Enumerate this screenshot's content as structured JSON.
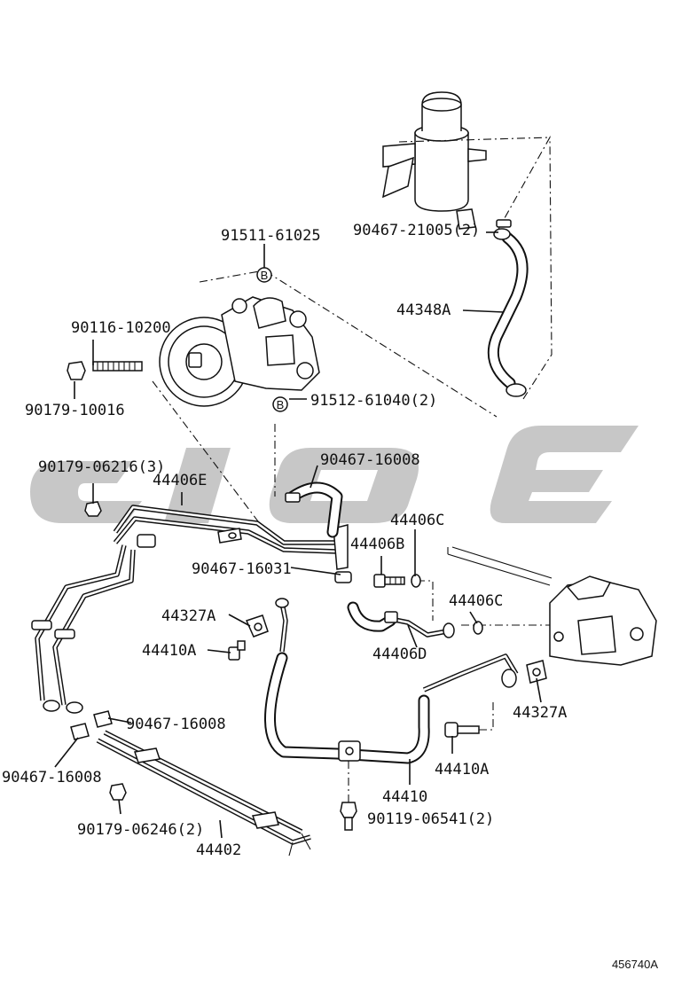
{
  "diagram_code": "456740A",
  "parts": [
    {
      "id": "p1",
      "label": "90467-21005(2)"
    },
    {
      "id": "p2",
      "label": "91511-61025"
    },
    {
      "id": "p3",
      "label": "44348A"
    },
    {
      "id": "p4",
      "label": "90116-10200"
    },
    {
      "id": "p5",
      "label": "91512-61040(2)"
    },
    {
      "id": "p6",
      "label": "90179-10016"
    },
    {
      "id": "p7",
      "label": "90467-16008"
    },
    {
      "id": "p8",
      "label": "90179-06216(3)"
    },
    {
      "id": "p9",
      "label": "44406E"
    },
    {
      "id": "p10",
      "label": "44406C"
    },
    {
      "id": "p11",
      "label": "44406B"
    },
    {
      "id": "p12",
      "label": "90467-16031"
    },
    {
      "id": "p13",
      "label": "44406C"
    },
    {
      "id": "p14",
      "label": "44327A"
    },
    {
      "id": "p15",
      "label": "44406D"
    },
    {
      "id": "p16",
      "label": "44410A"
    },
    {
      "id": "p17",
      "label": "44327A"
    },
    {
      "id": "p18",
      "label": "90467-16008"
    },
    {
      "id": "p19",
      "label": "44410A"
    },
    {
      "id": "p20",
      "label": "90467-16008"
    },
    {
      "id": "p21",
      "label": "44410"
    },
    {
      "id": "p22",
      "label": "90179-06246(2)"
    },
    {
      "id": "p23",
      "label": "90119-06541(2)"
    },
    {
      "id": "p24",
      "label": "44402"
    }
  ],
  "markers": [
    "B",
    "B"
  ]
}
